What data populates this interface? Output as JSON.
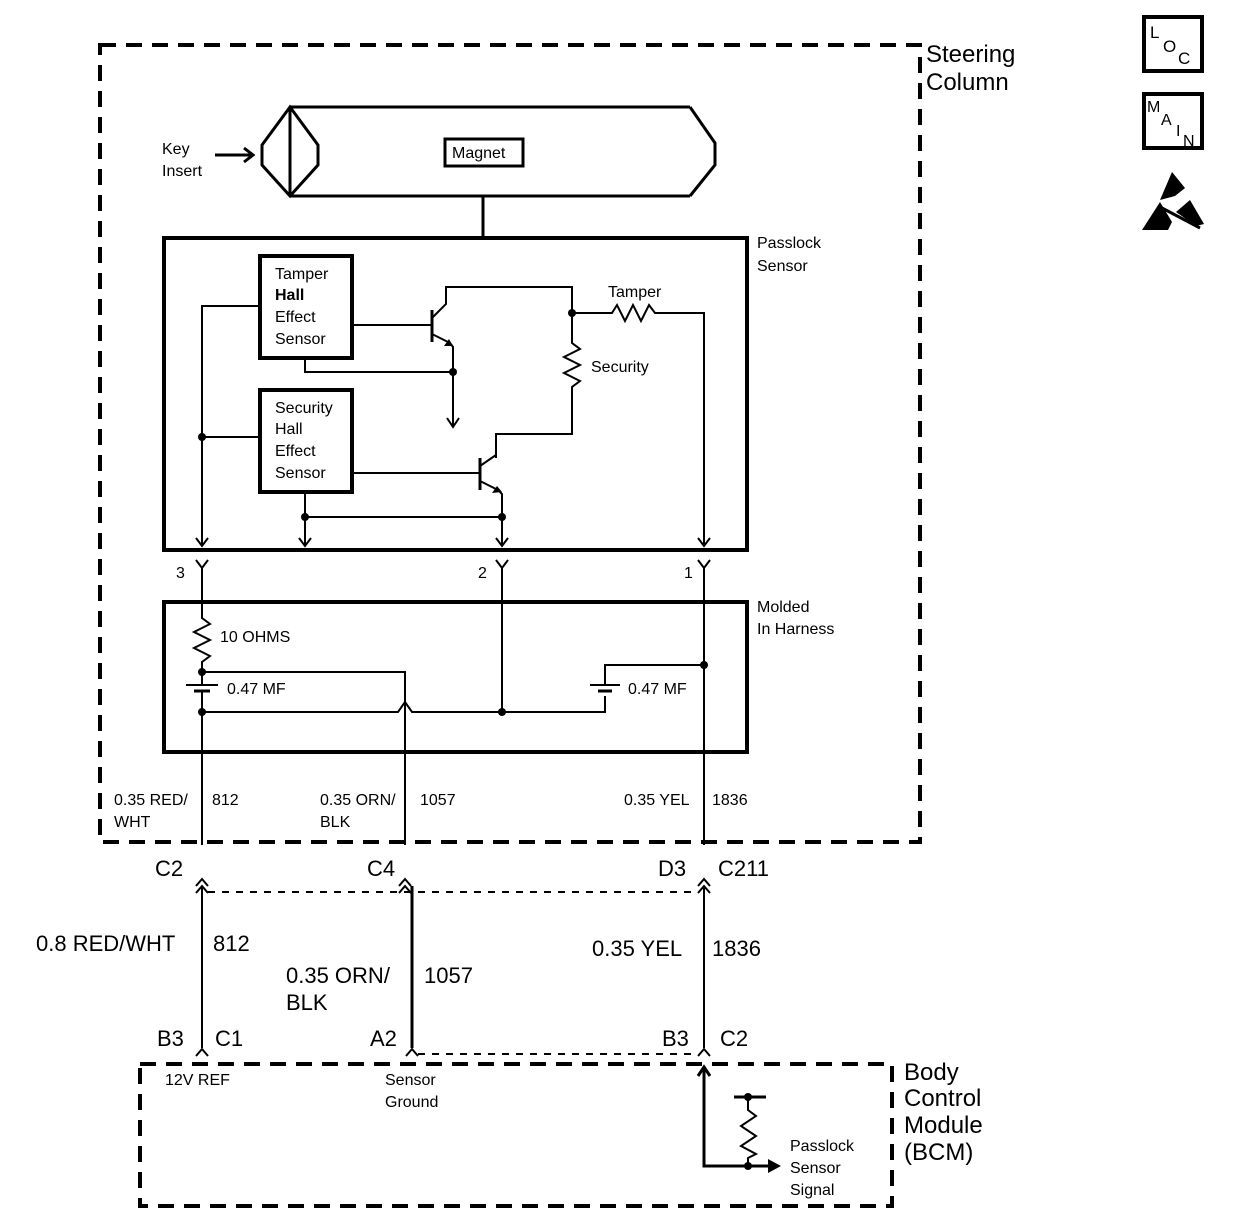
{
  "diagram": {
    "title": "Passlock Sensor Circuit",
    "colors": {
      "line": "#000000",
      "background": "#ffffff"
    }
  },
  "legend_icons": {
    "loc": {
      "name": "loc-icon",
      "letters": [
        "L",
        "O",
        "C"
      ]
    },
    "main": {
      "name": "main-icon",
      "letters": [
        "M",
        "A",
        "I",
        "N"
      ]
    },
    "esd": {
      "name": "esd-warning-icon"
    }
  },
  "steering_column": {
    "label_line1": "Steering",
    "label_line2": "Column",
    "key_insert_line1": "Key",
    "key_insert_line2": "Insert",
    "magnet": "Magnet"
  },
  "passlock_sensor": {
    "label_line1": "Passlock",
    "label_line2": "Sensor",
    "tamper_sensor": [
      "Tamper",
      "Hall",
      "Effect",
      "Sensor"
    ],
    "security_sensor": [
      "Security",
      "Hall",
      "Effect",
      "Sensor"
    ],
    "tamper_resistor": "Tamper",
    "security_resistor": "Security",
    "pins": [
      "3",
      "2",
      "1"
    ]
  },
  "molded_harness": {
    "label_line1": "Molded",
    "label_line2": "In Harness",
    "resistor": "10 OHMS",
    "capacitor_left": "0.47 MF",
    "capacitor_right": "0.47 MF"
  },
  "inner_wires": [
    {
      "color_line1": "0.35 RED/",
      "color_line2": "WHT",
      "circuit": "812"
    },
    {
      "color_line1": "0.35 ORN/",
      "color_line2": "BLK",
      "circuit": "1057"
    },
    {
      "color_line1": "0.35 YEL",
      "color_line2": "",
      "circuit": "1836"
    }
  ],
  "connector_c211": {
    "name": "C211",
    "pins": [
      "C2",
      "C4",
      "D3"
    ]
  },
  "outer_wires": [
    {
      "color_line1": "0.8 RED/WHT",
      "color_line2": "",
      "circuit": "812"
    },
    {
      "color_line1": "0.35 ORN/",
      "color_line2": "BLK",
      "circuit": "1057"
    },
    {
      "color_line1": "0.35 YEL",
      "color_line2": "",
      "circuit": "1836"
    }
  ],
  "bcm_connectors": [
    {
      "pin": "B3",
      "connector": "C1"
    },
    {
      "pin": "A2",
      "connector": ""
    },
    {
      "pin": "B3",
      "connector": "C2"
    }
  ],
  "bcm": {
    "label": [
      "Body",
      "Control",
      "Module",
      "(BCM)"
    ],
    "ref_12v": "12V REF",
    "sensor_ground_line1": "Sensor",
    "sensor_ground_line2": "Ground",
    "signal": [
      "Passlock",
      "Sensor",
      "Signal"
    ]
  }
}
